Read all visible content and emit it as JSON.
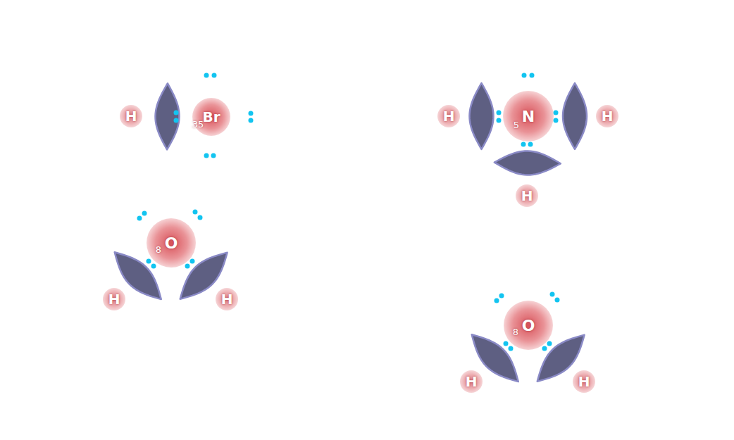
{
  "diagram": {
    "nodes": [
      {
        "text": [
          "H"
        ]
      },
      {
        "text": [
          "Br",
          "35"
        ]
      },
      {
        "text": [
          "H"
        ]
      },
      {
        "text": [
          "N",
          "5"
        ]
      },
      {
        "text": [
          "H"
        ]
      },
      {
        "text": [
          "H"
        ]
      },
      {
        "text": [
          "O",
          "8"
        ]
      },
      {
        "text": [
          "H"
        ]
      },
      {
        "text": [
          "H"
        ]
      },
      {
        "text": [
          "O",
          "8"
        ]
      },
      {
        "text": [
          "H"
        ]
      },
      {
        "text": [
          "H"
        ]
      }
    ],
    "edges": [
      {
        "from": 0,
        "to": 1,
        "arrow": "none"
      },
      {
        "from": 2,
        "to": 3,
        "arrow": "none"
      },
      {
        "from": 4,
        "to": 3,
        "arrow": "none"
      },
      {
        "from": 5,
        "to": 3,
        "arrow": "none"
      },
      {
        "from": 7,
        "to": 6,
        "arrow": "none"
      },
      {
        "from": 8,
        "to": 6,
        "arrow": "none"
      },
      {
        "from": 10,
        "to": 9,
        "arrow": "none"
      },
      {
        "from": 11,
        "to": 9,
        "arrow": "none"
      }
    ]
  }
}
